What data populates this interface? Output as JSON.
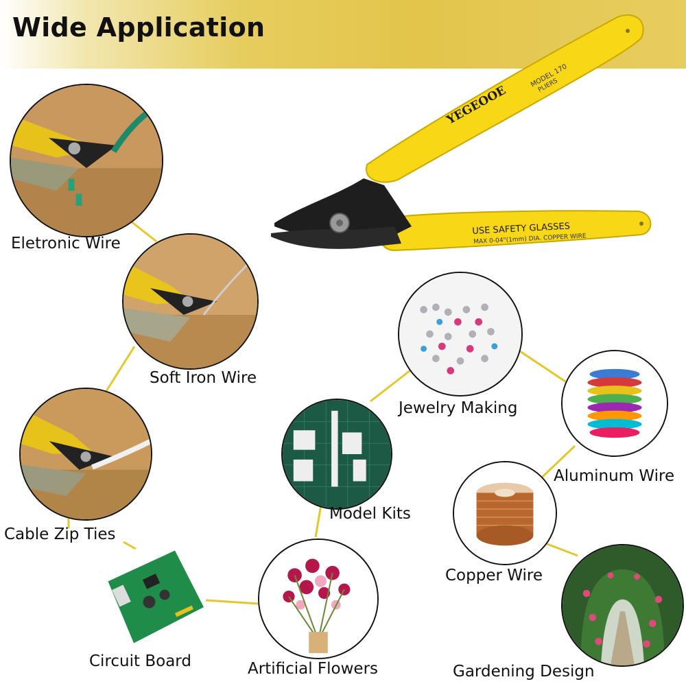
{
  "header": {
    "title": "Wide Application"
  },
  "product": {
    "brand": "YEGEOOE",
    "model": "MODEL 170",
    "model_sub": "PLIERS",
    "warning": "USE SAFETY GLASSES",
    "spec": "MAX 0-04\"(1mm) DIA. COPPER WIRE",
    "handle_color": "#f7d716",
    "jaw_color": "#1e1e1e"
  },
  "applications": [
    {
      "label": "Eletronic Wire"
    },
    {
      "label": "Soft Iron Wire"
    },
    {
      "label": "Cable Zip Ties"
    },
    {
      "label": "Circuit Board"
    },
    {
      "label": "Artificial Flowers"
    },
    {
      "label": "Model Kits"
    },
    {
      "label": "Jewelry Making"
    },
    {
      "label": "Aluminum Wire"
    },
    {
      "label": "Copper Wire"
    },
    {
      "label": "Gardening Design"
    }
  ],
  "colors": {
    "banner": "#e2c54a",
    "connector": "#e6c72a",
    "handle": "#f7d716"
  }
}
